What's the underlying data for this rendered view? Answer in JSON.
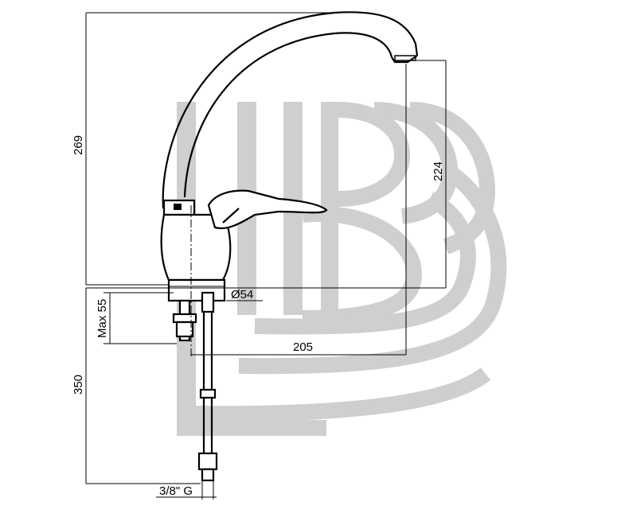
{
  "dimensions": {
    "total_height": "269",
    "spout_height": "224",
    "base_diameter": "Ø54",
    "max_deck_thickness": "Max 55",
    "spout_reach": "205",
    "hose_length": "350",
    "connection_thread": "3/8\" G"
  },
  "watermark": {
    "color": "#cfcfcf"
  }
}
